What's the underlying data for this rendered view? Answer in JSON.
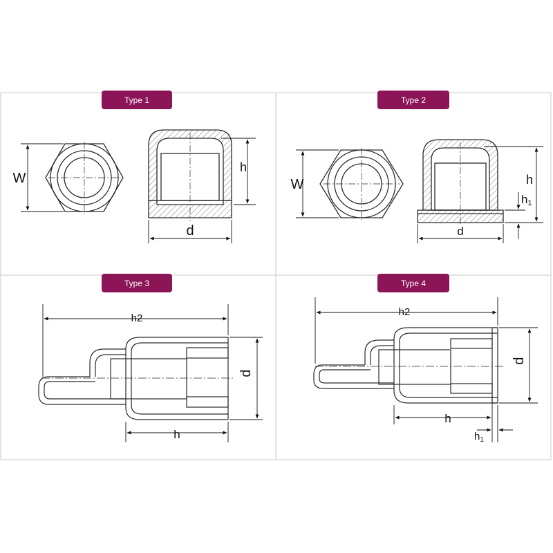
{
  "panels": [
    {
      "title": "Type 1",
      "labels": {
        "width": "W",
        "height": "h",
        "diameter": "d"
      }
    },
    {
      "title": "Type 2",
      "labels": {
        "width": "W",
        "height": "h",
        "height1": "h",
        "height1_sub": "1",
        "diameter": "d"
      }
    },
    {
      "title": "Type 3",
      "labels": {
        "height2": "h2",
        "height": "h",
        "diameter": "d"
      }
    },
    {
      "title": "Type 4",
      "labels": {
        "height2": "h2",
        "height": "h",
        "height1": "h",
        "height1_sub": "1",
        "diameter": "d"
      }
    }
  ],
  "colors": {
    "tag": "#8b1556",
    "border": "#c8c8c8",
    "line": "#2a2a2a"
  }
}
